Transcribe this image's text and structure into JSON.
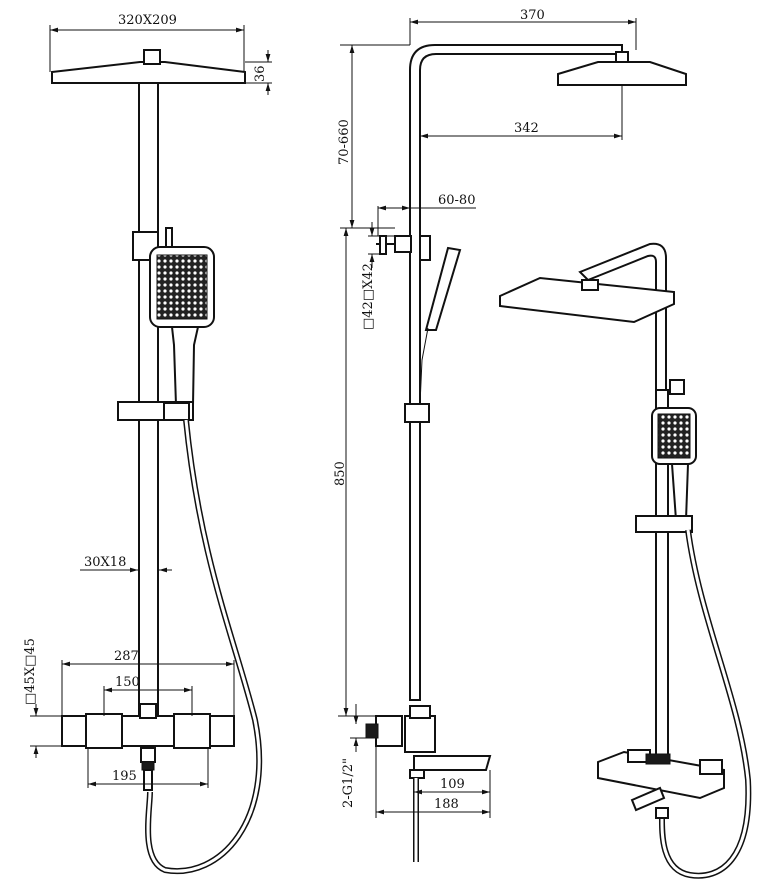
{
  "dimensions": {
    "rain_head": "320X209",
    "head_thickness": "36",
    "top_width": "370",
    "arm_reach": "342",
    "arm_height": "70-660",
    "wall_offset": "60-80",
    "bracket": "□42□X42",
    "rail_length": "850",
    "rail_section": "30X18",
    "valve_width": "287",
    "inlet_spacing": "150",
    "valve_section": "□45X□45",
    "outlet_offset": "195",
    "inlet_thread": "2-G1/2\"",
    "spout_reach": "109",
    "valve_depth": "188"
  }
}
